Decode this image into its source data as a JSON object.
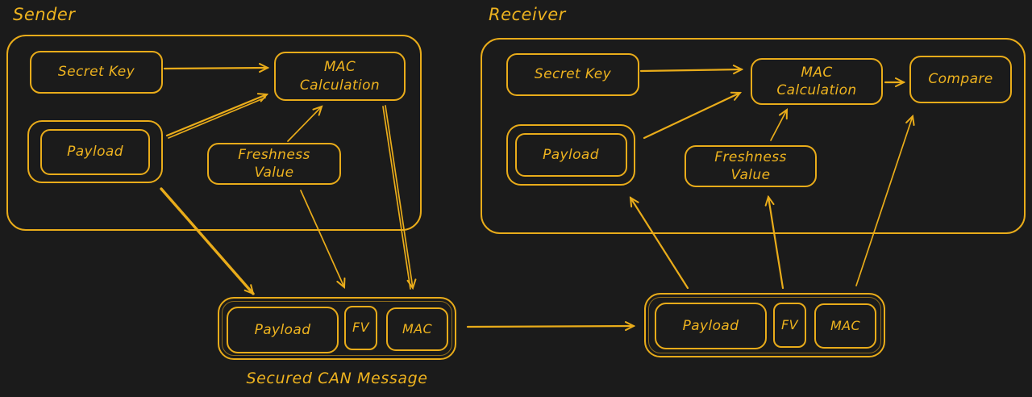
{
  "colors": {
    "background": "#1b1b1b",
    "stroke": "#e9ac1a",
    "text": "#eeb31f"
  },
  "sender": {
    "title": "Sender",
    "secret_key": "Secret Key",
    "mac_calculation": "MAC Calculation",
    "payload": "Payload",
    "freshness_value": "Freshness Value"
  },
  "receiver": {
    "title": "Receiver",
    "secret_key": "Secret Key",
    "mac_calculation": "MAC Calculation",
    "payload": "Payload",
    "freshness_value": "Freshness Value",
    "compare": "Compare"
  },
  "sender_message": {
    "payload": "Payload",
    "fv": "FV",
    "mac": "MAC",
    "caption": "Secured CAN Message"
  },
  "receiver_message": {
    "payload": "Payload",
    "fv": "FV",
    "mac": "MAC"
  }
}
